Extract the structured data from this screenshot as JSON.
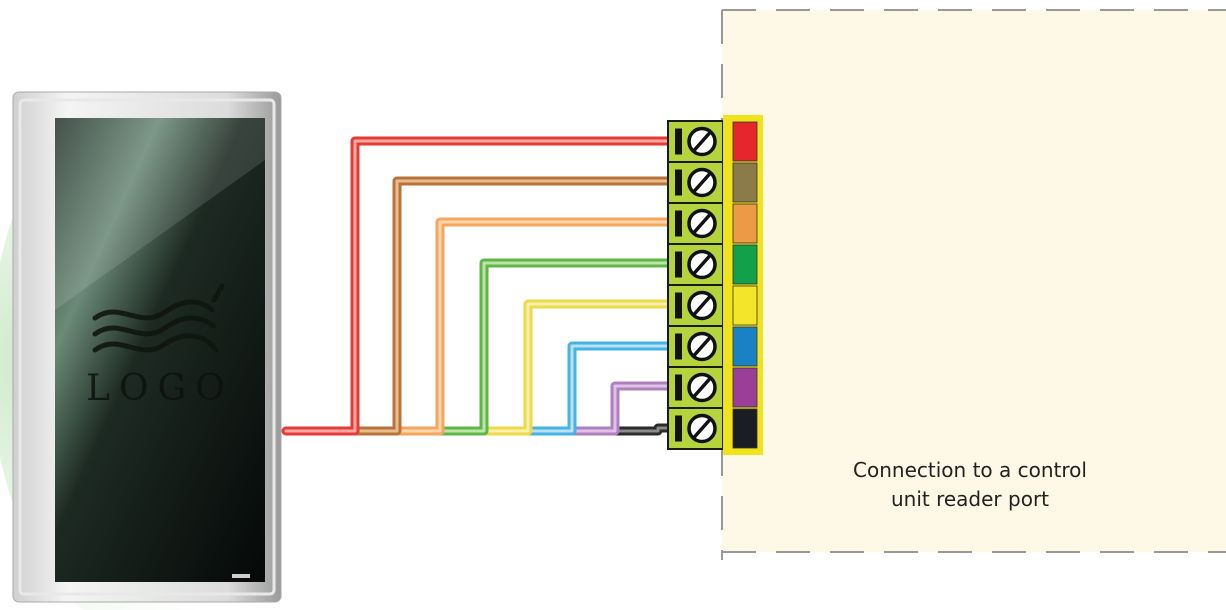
{
  "reader": {
    "logo_text": "LOGO"
  },
  "control_unit": {
    "caption_line1": "Connection to a control",
    "caption_line2": "unit reader port"
  },
  "wires": [
    {
      "color": "#e63a36",
      "light": "#f7a9a2",
      "name": "red"
    },
    {
      "color": "#b8733a",
      "light": "#e7bd8f",
      "name": "brown"
    },
    {
      "color": "#f4a65d",
      "light": "#fbd7ae",
      "name": "orange"
    },
    {
      "color": "#5cb847",
      "light": "#bfe3a8",
      "name": "green"
    },
    {
      "color": "#efd84a",
      "light": "#fbf1aa",
      "name": "yellow"
    },
    {
      "color": "#45b3e4",
      "light": "#b9e2f5",
      "name": "blue"
    },
    {
      "color": "#b07fbf",
      "light": "#dfc3e7",
      "name": "purple"
    },
    {
      "color": "#2b2b2b",
      "light": "#8a8a8a",
      "name": "black"
    }
  ],
  "terminal_colors": [
    "#e5262c",
    "#8c7b4a",
    "#ec9a45",
    "#12a04a",
    "#f3e62a",
    "#1a82c4",
    "#9a3e98",
    "#1a1d22"
  ],
  "colors": {
    "panel_fill": "#fdf9e6",
    "panel_border": "#999999",
    "terminal_block": "#b5d33d",
    "connector_strip": "#f0e21b"
  }
}
